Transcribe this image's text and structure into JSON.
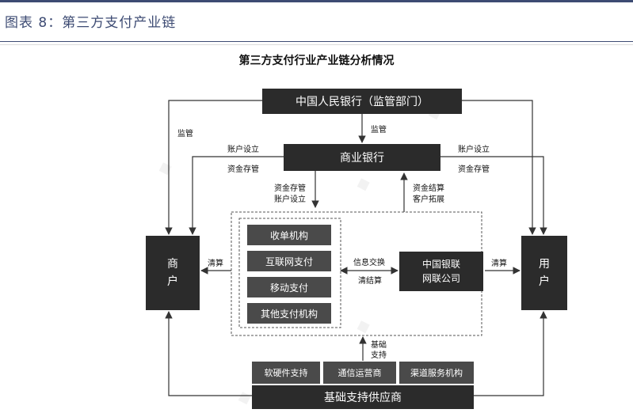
{
  "header": {
    "figure_title": "图表 8：第三方支付产业链"
  },
  "diagram": {
    "title": "第三方支付行业产业链分析情况",
    "nodes": {
      "central_bank": "中国人民银行（监管部门）",
      "commercial_bank": "商业银行",
      "merchant_l1": "商",
      "merchant_l2": "户",
      "user_l1": "用",
      "user_l2": "户",
      "acquiring": "收单机构",
      "internet_pay": "互联网支付",
      "mobile_pay": "移动支付",
      "other_pay": "其他支付机构",
      "unionpay_l1": "中国银联",
      "unionpay_l2": "网联公司",
      "software_hardware": "软硬件支持",
      "telecom": "通信运营商",
      "channel_service": "渠道服务机构",
      "infra_provider": "基础支持供应商"
    },
    "edge_labels": {
      "supervise_left": "监管",
      "supervise_center": "监管",
      "account_left": "账户设立",
      "deposit_left": "资金存管",
      "account_right": "账户设立",
      "deposit_right": "资金存管",
      "down_deposit": "资金存管",
      "down_account": "账户设立",
      "up_settle": "资金结算",
      "up_expand": "客户拓展",
      "clear_left": "清算",
      "clear_right": "清算",
      "info_exchange": "信息交换",
      "clearing_settle": "清结算",
      "base_l1": "基础",
      "base_l2": "支持"
    }
  },
  "colors": {
    "header_text": "#3d4b73",
    "box_fill": "#2b2b2b",
    "box_fill_inner": "#4a4a4a",
    "line": "#333333",
    "dashed_border": "#555555"
  }
}
